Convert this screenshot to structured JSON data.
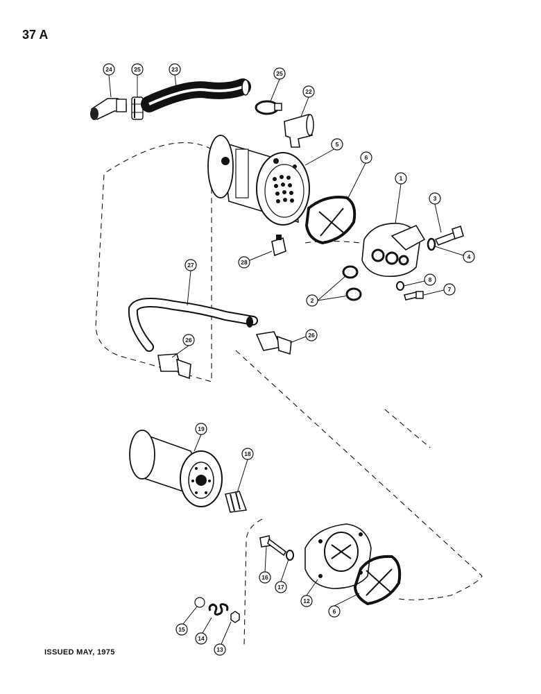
{
  "page_number": "37 A",
  "footer_text": "ISSUED MAY, 1975",
  "callout_labels": {
    "c24": "24",
    "c25a": "25",
    "c23": "23",
    "c25b": "25",
    "c22": "22",
    "c5": "5",
    "c6a": "6",
    "c1": "1",
    "c3": "3",
    "c4": "4",
    "c28": "28",
    "c27": "27",
    "c2": "2",
    "c8": "8",
    "c7": "7",
    "c26a": "26",
    "c26b": "26",
    "c19": "19",
    "c18": "18",
    "c16": "16",
    "c17": "17",
    "c12": "12",
    "c6b": "6",
    "c15": "15",
    "c14": "14",
    "c13": "13"
  }
}
